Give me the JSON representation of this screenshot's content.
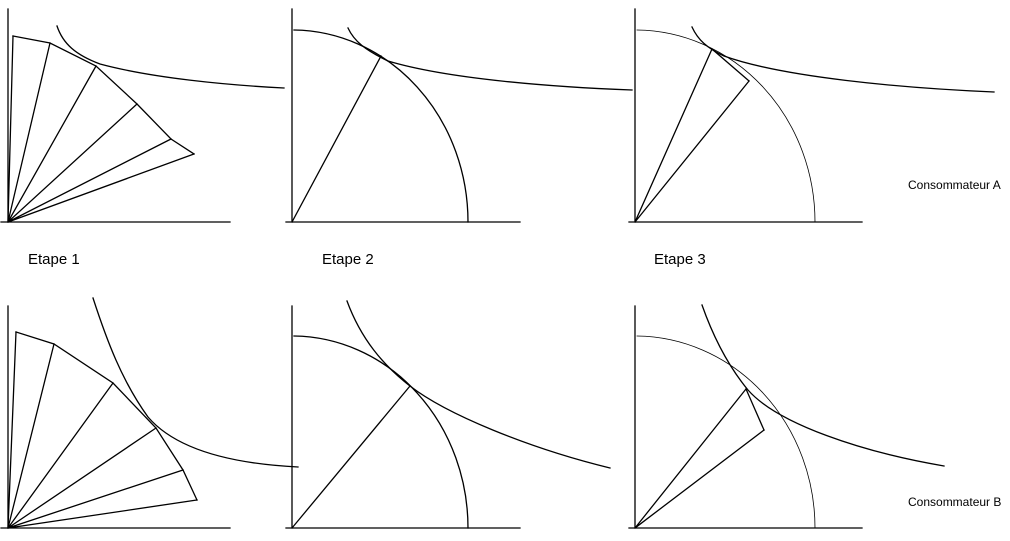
{
  "colors": {
    "line": "#000000",
    "text": "#000000",
    "background": "#ffffff"
  },
  "labels": {
    "stage_1": "Etape 1",
    "stage_2": "Etape 2",
    "stage_3": "Etape 3",
    "consumer_a": "Consommateur A",
    "consumer_b": "Consommateur B"
  },
  "diagram": {
    "rows": [
      {
        "consumer": "Consommateur A",
        "stages": [
          "Etape 1",
          "Etape 2",
          "Etape 3"
        ]
      },
      {
        "consumer": "Consommateur B",
        "stages": [
          "Etape 1",
          "Etape 2",
          "Etape 3"
        ]
      }
    ]
  }
}
